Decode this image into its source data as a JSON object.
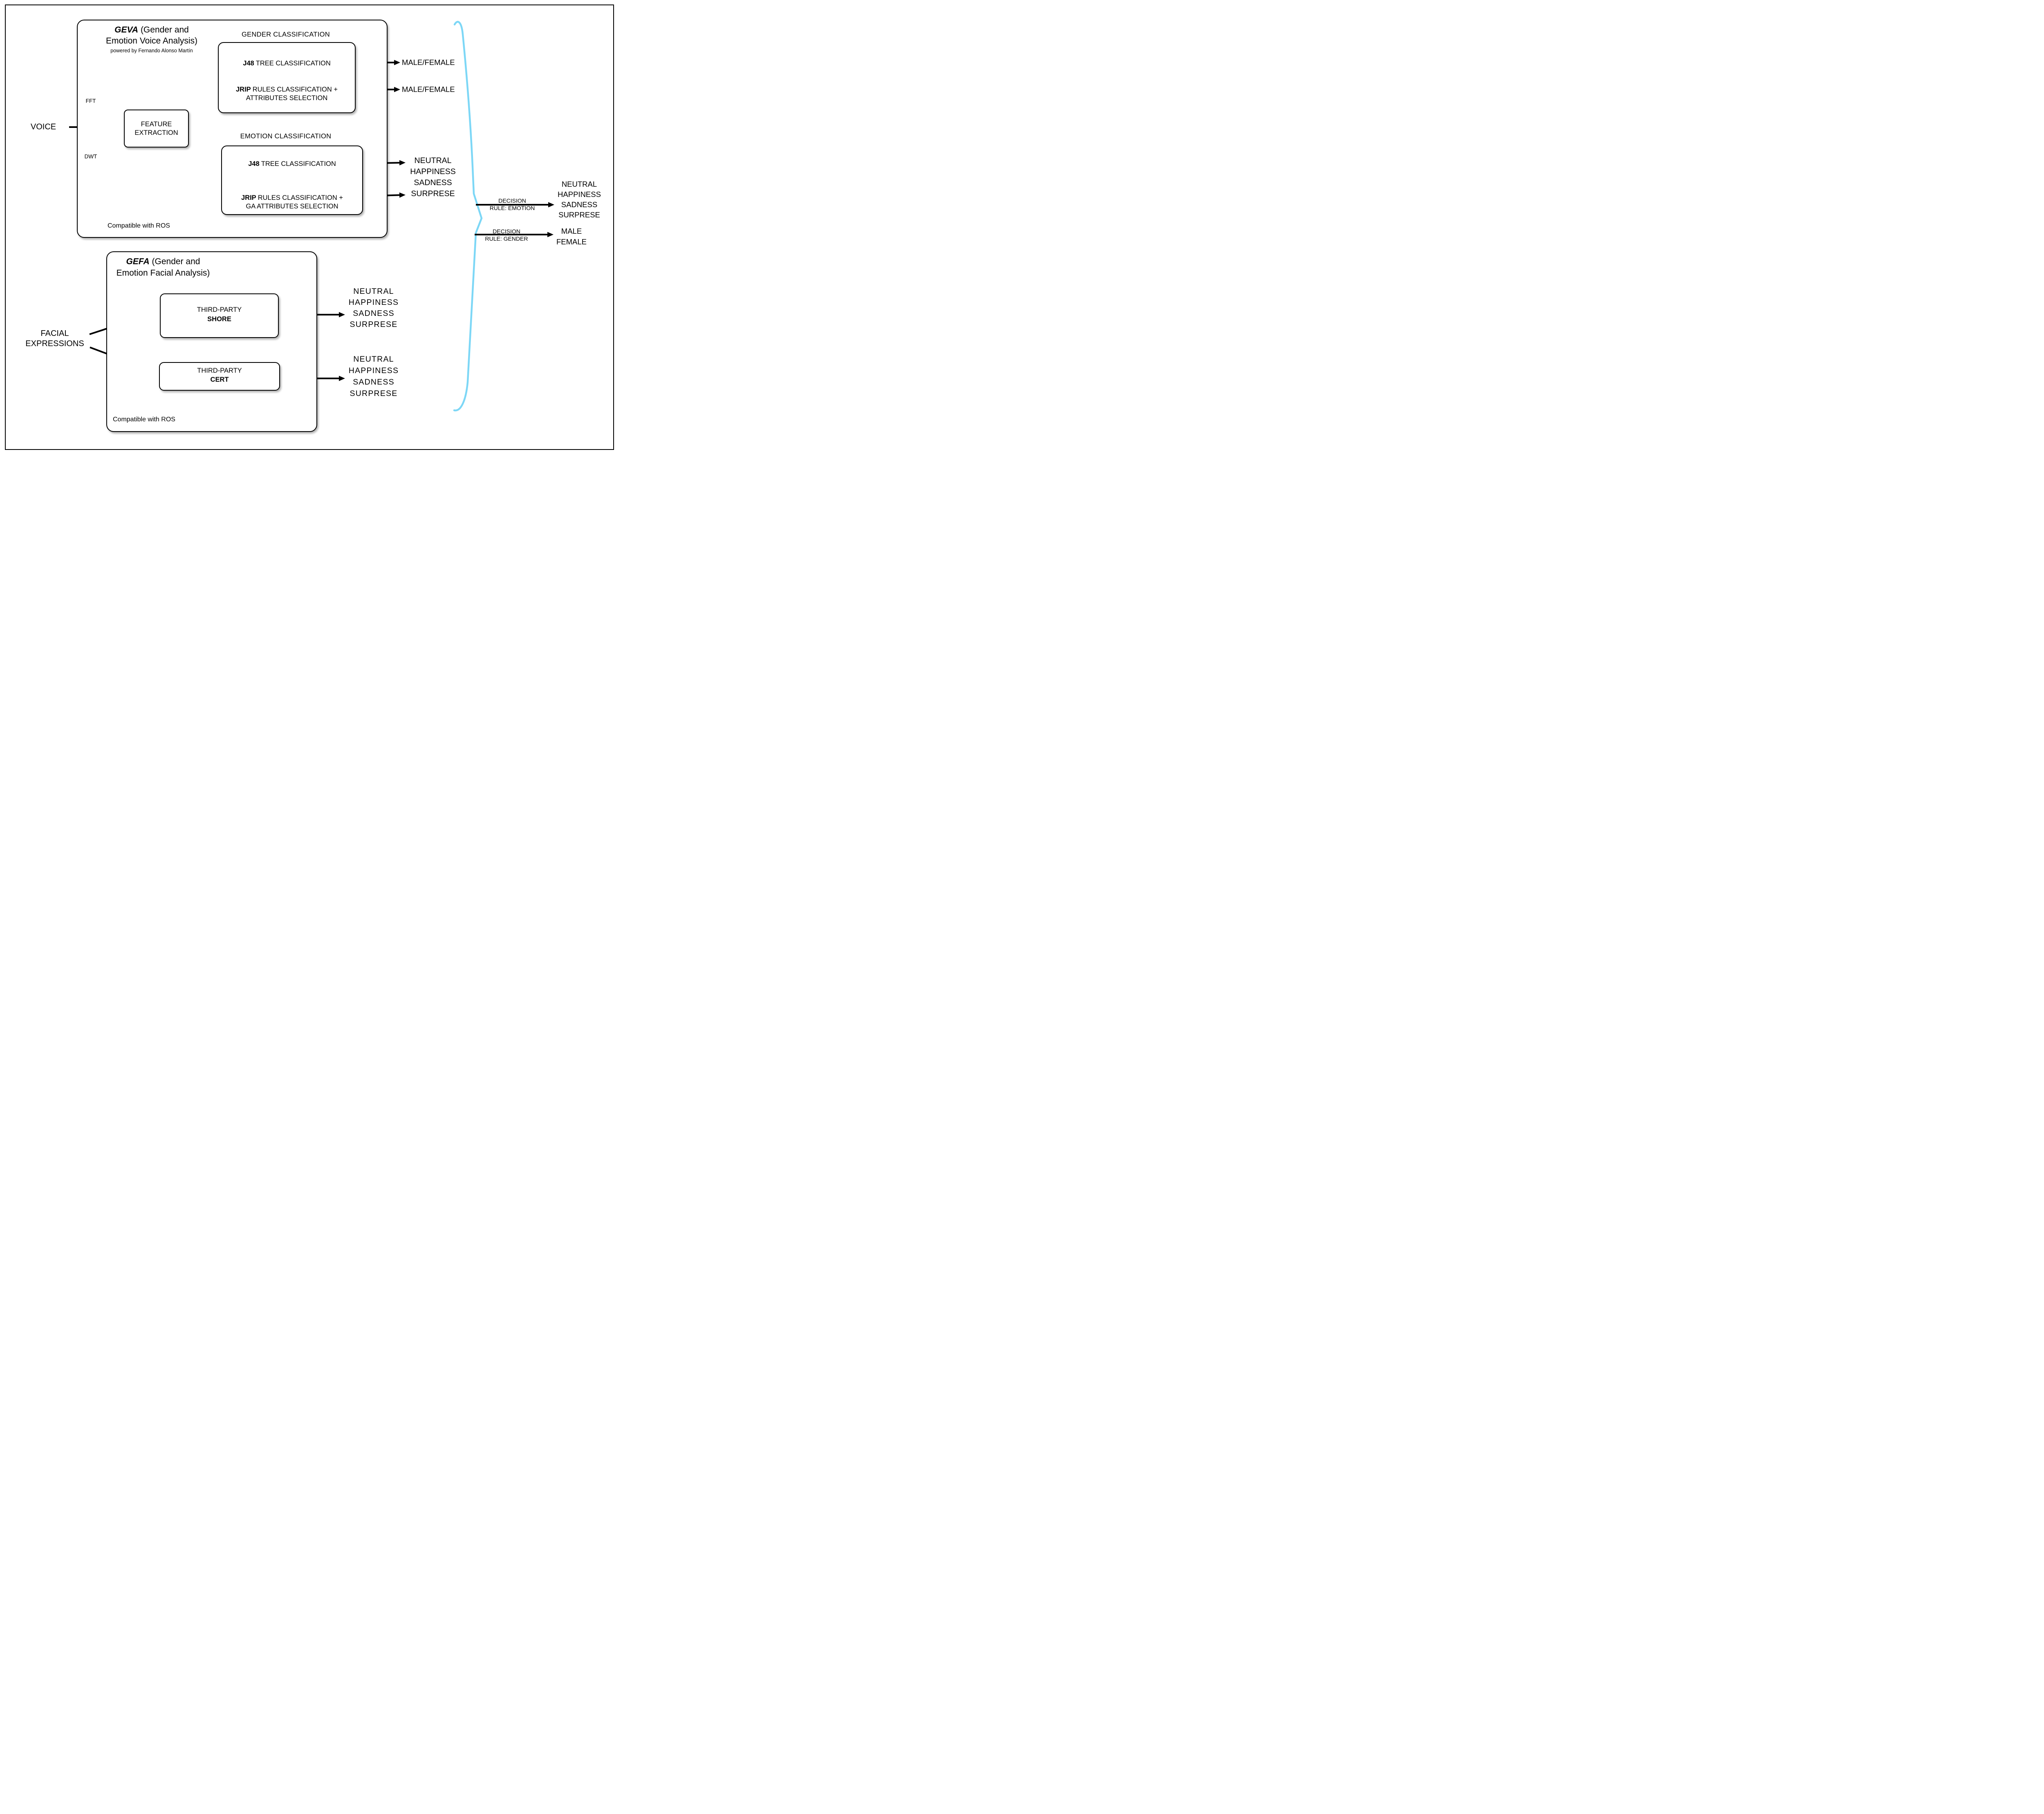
{
  "colors": {
    "brace": "#7dd7f6",
    "ink": "#000000"
  },
  "geva": {
    "title_acronym": "GEVA",
    "title_after": " (Gender and",
    "title_line2": "Emotion Voice Analysis)",
    "powered_by": "powered by Fernando Alonso Martín",
    "compatible": "Compatible with ROS",
    "voice_label": "VOICE",
    "fft_label": "FFT",
    "dwt_label": "DWT",
    "feature_line1": "FEATURE",
    "feature_line2": "EXTRACTION",
    "gender": {
      "header": "GENDER CLASSIFICATION",
      "j48_name": "J48",
      "j48_text": "TREE CLASSIFICATION",
      "jrip_name": "JRIP",
      "jrip_text": "RULES CLASSIFICATION +",
      "jrip_line2": "ATTRIBUTES SELECTION",
      "output1": "MALE/FEMALE",
      "output2": "MALE/FEMALE"
    },
    "emotion": {
      "header": "EMOTION CLASSIFICATION",
      "j48_name": "J48",
      "j48_text": "TREE CLASSIFICATION",
      "jrip_name": "JRIP",
      "jrip_text": "RULES CLASSIFICATION +",
      "jrip_line2": "GA ATTRIBUTES SELECTION",
      "output_lines": [
        "NEUTRAL",
        "HAPPINESS",
        "SADNESS",
        "SURPRESE"
      ]
    }
  },
  "gefa": {
    "title_acronym": "GEFA",
    "title_after": " (Gender and",
    "title_line2": "Emotion Facial Analysis)",
    "compatible": "Compatible with ROS",
    "input_line1": "FACIAL",
    "input_line2": "EXPRESSIONS",
    "shore": {
      "line1": "THIRD-PARTY",
      "name": "SHORE",
      "output_lines": [
        "NEUTRAL",
        "HAPPINESS",
        "SADNESS",
        "SURPRESE"
      ]
    },
    "cert": {
      "line1": "THIRD-PARTY",
      "name": "CERT",
      "output_lines": [
        "NEUTRAL",
        "HAPPINESS",
        "SADNESS",
        "SURPRESE"
      ]
    }
  },
  "decision": {
    "emotion": {
      "top": "DECISION",
      "bottom": "RULE: EMOTION",
      "output_lines": [
        "NEUTRAL",
        "HAPPINESS",
        "SADNESS",
        "SURPRESE"
      ]
    },
    "gender": {
      "top": "DECISION",
      "bottom": "RULE: GENDER",
      "output_lines": [
        "MALE",
        "FEMALE"
      ]
    }
  }
}
